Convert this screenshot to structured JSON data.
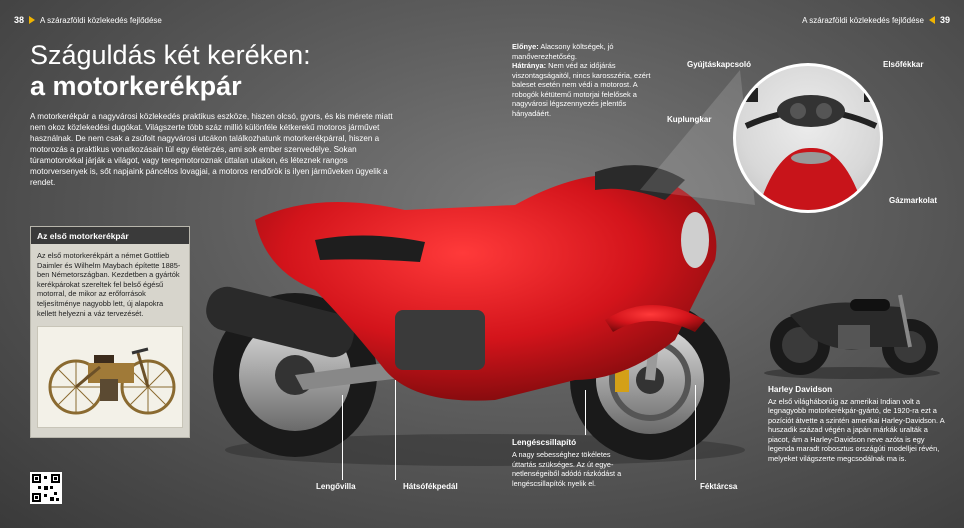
{
  "header": {
    "left_page_number": "38",
    "left_title": "A szárazföldi közlekedés fejlődése",
    "right_title": "A szárazföldi közlekedés fejlődése",
    "right_page_number": "39"
  },
  "title": {
    "line1": "Száguldás két keréken:",
    "line2": "a motorkerékpár"
  },
  "intro": "A motorkerékpár a nagyvárosi közlekedés praktikus eszköze, hiszen olcsó, gyors, és kis mérete miatt nem okoz közlekedési dugókat. Világszerte több száz millió különféle kétkerekű motoros járművet használnak. De nem csak a zsúfolt nagyvárosi utcákon találkozhatunk motorkerékpár­ral, hiszen a motorozás a praktikus vonatkozásain túl egy életérzés, ami sok ember szenvedélye. Sokan túramotorokkal járják a világot, vagy terepmotoroznak úttalan utakon, és léteznek rangos motorversenyek is, sőt napjaink páncélos lovagjai, a motoros rendőrök is ilyen járműveken ügyelik a rendet.",
  "pros_cons": {
    "pros_label": "Előnye:",
    "pros_text": "Alacsony költségek, jó manőverezhetőség.",
    "cons_label": "Hátránya:",
    "cons_text": "Nem véd az időjárás viszontagságaitól, nincs karosszéria, ezért baleset esetén nem védi a motorost. A robogók kétütemű motorjai felelősek a nagyvárosi légszennyezés jelentős hányadáért."
  },
  "first_motorcycle_box": {
    "heading": "Az első motorkerékpár",
    "text": "Az első motorkerékpárt a német Gottlieb Daimler és Wilhelm Maybach építette 1885-ben Németországban. Kezdetben a gyártók kerékpárokat szereltek fel belső égésű motorral, de mikor az erőforrások teljesítménye nagyobb lett, új alapokra kellett helyezni a váz tervezését."
  },
  "labels": {
    "gyujtaskapcsolo": "Gyújtáskapcsoló",
    "elsofekkar": "Elsőfékkar",
    "kuplungkar": "Kuplungkar",
    "gazmarkolat": "Gázmarkolat",
    "lengovilla": "Lengővilla",
    "hatsofekpedal": "Hátsófékpedál",
    "fektarcsa": "Féktárcsa"
  },
  "silencer": {
    "heading": "Lengéscsillapító",
    "text": "A nagy sebességhez tökéletes úttartás szükséges. Az út egye­netlenségeiből adódó rázkódást a lengéscsillapítók nyelik el."
  },
  "harley": {
    "heading": "Harley Davidson",
    "text": "Az első világháborúig az amerikai Indian volt a legnagyobb motorkerékpár-gyártó, de 1920-ra ezt a pozíciót átvette a szintén amerikai Harley-Davidson. A huszadik század végén a japán márkák uralták a piacot, ám a Harley-Davidson neve azóta is egy legenda maradt robosztus országúti modelljei révén, melyeket világszerte megcsodálnak ma is."
  },
  "colors": {
    "accent": "#f0b400",
    "bike_red": "#d3141b",
    "box_bg": "#d7d5cc"
  }
}
